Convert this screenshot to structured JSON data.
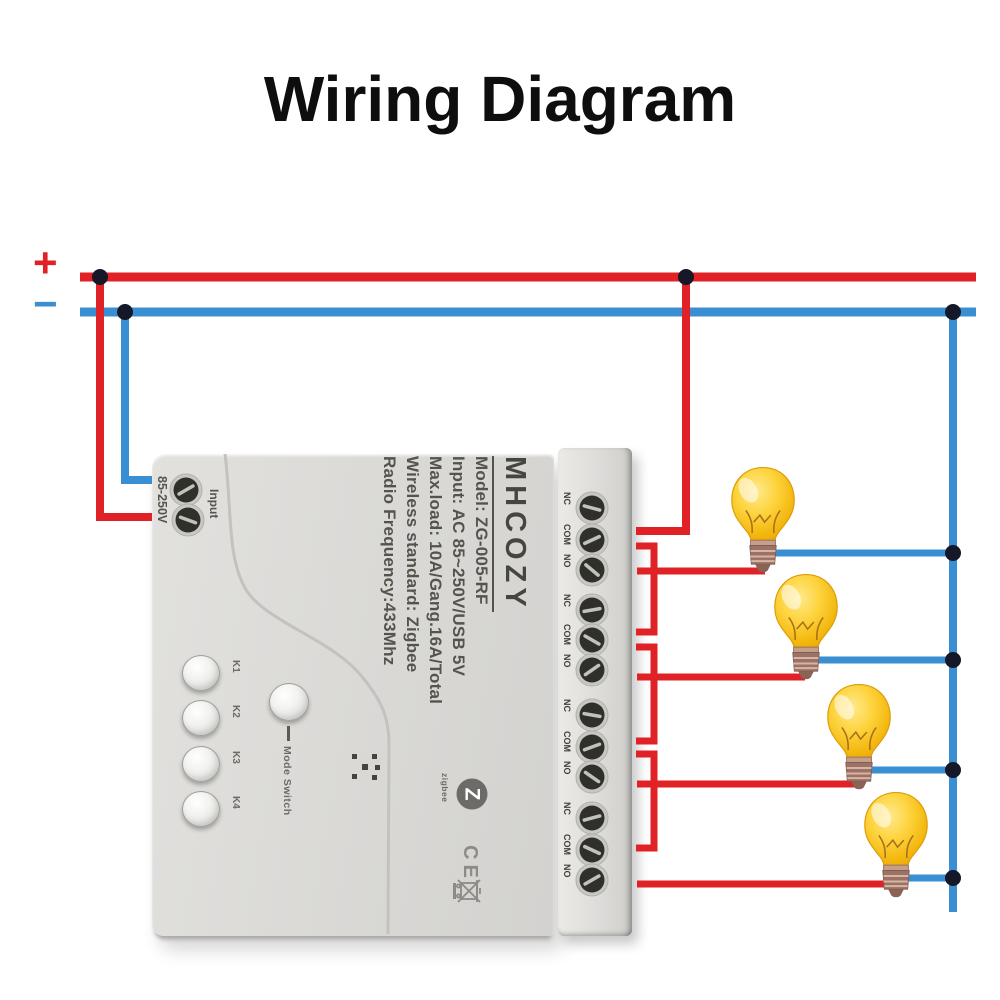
{
  "title": "Wiring Diagram",
  "legend": {
    "positive": "+",
    "negative": "−"
  },
  "colors": {
    "live": "#e02125",
    "neutral": "#3a8ed2",
    "junction": "#141829"
  },
  "device": {
    "brand": "MHCOZY",
    "specs": [
      "Model:  ZG-005-RF",
      "Input:  AC 85~250V/USB 5V",
      "Max.load:  10A/Gang.16A/Total",
      "Wireless standard:  Zigbee",
      "Radio Frequency:433Mhz"
    ],
    "input": {
      "label": "Input",
      "voltage": "85-250V"
    },
    "buttons": [
      {
        "label": "K1"
      },
      {
        "label": "K2"
      },
      {
        "label": "K3"
      },
      {
        "label": "K4"
      }
    ],
    "mode_switch_label": "Mode Switch",
    "zigbee_label": "zigbee",
    "ce_label": "CE",
    "terminals": [
      {
        "labels": [
          "NC",
          "COM",
          "NO"
        ]
      },
      {
        "labels": [
          "NC",
          "COM",
          "NO"
        ]
      },
      {
        "labels": [
          "NC",
          "COM",
          "NO"
        ]
      },
      {
        "labels": [
          "NC",
          "COM",
          "NO"
        ]
      }
    ]
  },
  "load_count": 4
}
